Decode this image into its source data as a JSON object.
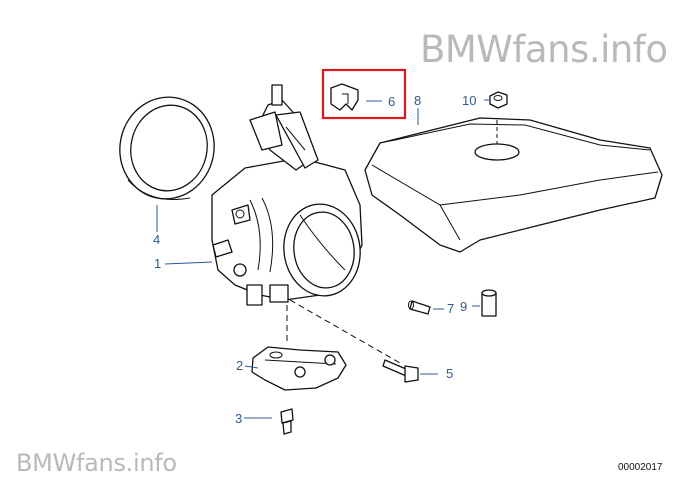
{
  "watermark_top": "BMWfans.info",
  "watermark_bottom": "BMWfans.info",
  "diagram_code": "00002017",
  "highlight_color": "#e0161b",
  "callout_color": "#2c5a9a",
  "callouts": [
    {
      "id": "1",
      "label": "1"
    },
    {
      "id": "2",
      "label": "2"
    },
    {
      "id": "3",
      "label": "3"
    },
    {
      "id": "4",
      "label": "4"
    },
    {
      "id": "5",
      "label": "5"
    },
    {
      "id": "6",
      "label": "6"
    },
    {
      "id": "7",
      "label": "7"
    },
    {
      "id": "8",
      "label": "8"
    },
    {
      "id": "9",
      "label": "9"
    },
    {
      "id": "10",
      "label": "10"
    }
  ]
}
